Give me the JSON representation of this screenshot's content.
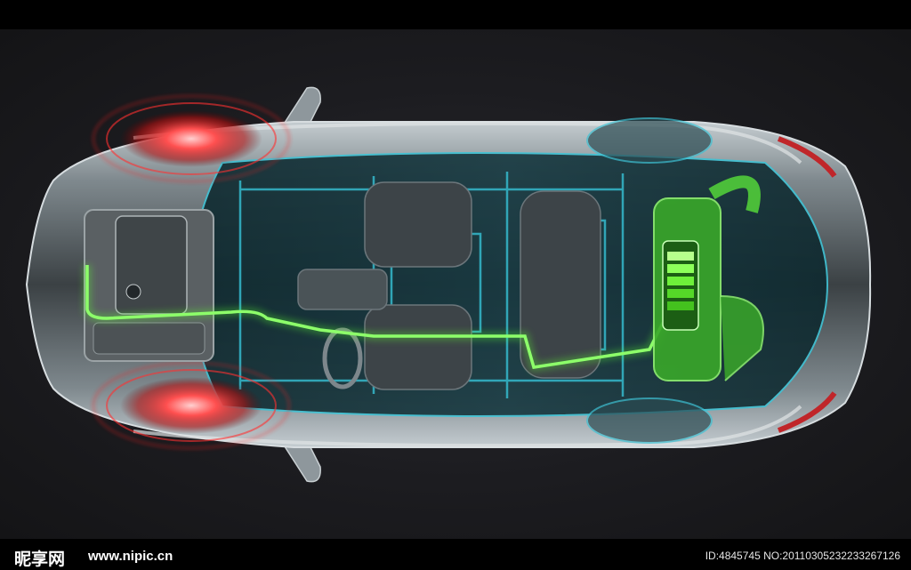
{
  "watermark": {
    "logo_text": "昵享网",
    "site_url": "www.nipic.cn",
    "image_id": "ID:4845745 NO:20110305232233267126"
  },
  "colors": {
    "background": "#1c1c20",
    "car_body": "#9aa3a8",
    "cabin_glass": "#2fb4c9",
    "wheel_glow": "#ff3a3a",
    "power_line": "#5cff2e",
    "battery": "#57e03a"
  },
  "icons": [
    "car-body-illustration",
    "front-wheel-glow",
    "rear-wheel-glow",
    "engine-block",
    "battery-pack",
    "power-cable"
  ]
}
